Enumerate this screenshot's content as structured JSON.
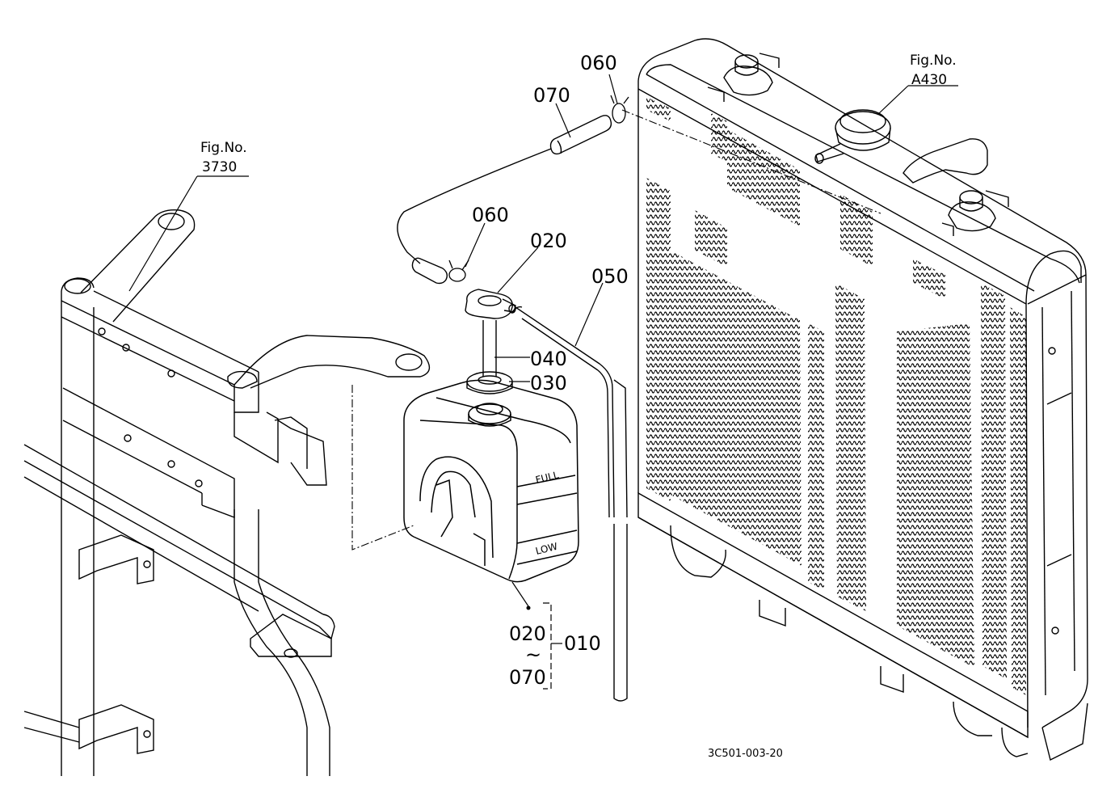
{
  "diagram": {
    "code": "3C501-003-20",
    "refs": [
      {
        "id": "ref-3730",
        "caption": "Fig.No.",
        "value": "3730"
      },
      {
        "id": "ref-a430",
        "caption": "Fig.No.",
        "value": "A430"
      }
    ],
    "callouts": {
      "p060a": "060",
      "p070": "070",
      "p060b": "060",
      "p020": "020",
      "p050": "050",
      "p040": "040",
      "p030": "030",
      "range_from": "020",
      "range_tilde": "~",
      "range_to": "070",
      "assembly": "010"
    },
    "tank_marks": {
      "full": "FULL",
      "low": "LOW"
    }
  }
}
